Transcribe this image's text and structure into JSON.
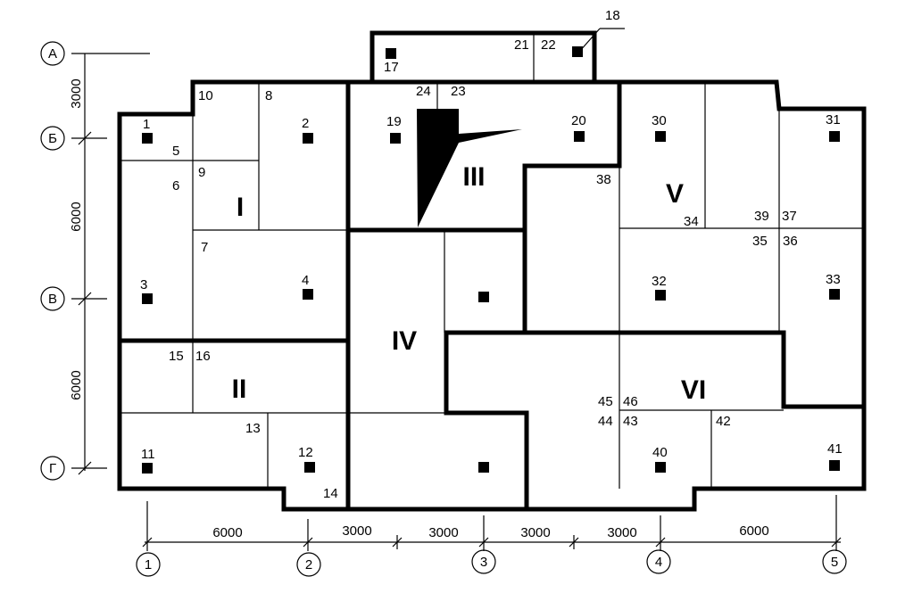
{
  "row_axes": [
    "А",
    "Б",
    "В",
    "Г"
  ],
  "column_axes": [
    "1",
    "2",
    "3",
    "4",
    "5"
  ],
  "vertical_dimensions": [
    "3000",
    "6000",
    "6000"
  ],
  "horizontal_dimensions": [
    "6000",
    "3000",
    "3000",
    "3000",
    "3000",
    "6000"
  ],
  "zones": [
    "I",
    "II",
    "III",
    "IV",
    "V",
    "VI"
  ],
  "point_labels": [
    "1",
    "2",
    "3",
    "4",
    "5",
    "6",
    "7",
    "8",
    "9",
    "10",
    "11",
    "12",
    "13",
    "14",
    "15",
    "16",
    "17",
    "18",
    "19",
    "20",
    "21",
    "22",
    "23",
    "24",
    "30",
    "31",
    "32",
    "33",
    "34",
    "35",
    "36",
    "37",
    "38",
    "39",
    "40",
    "41",
    "42",
    "43",
    "44",
    "45",
    "46"
  ]
}
